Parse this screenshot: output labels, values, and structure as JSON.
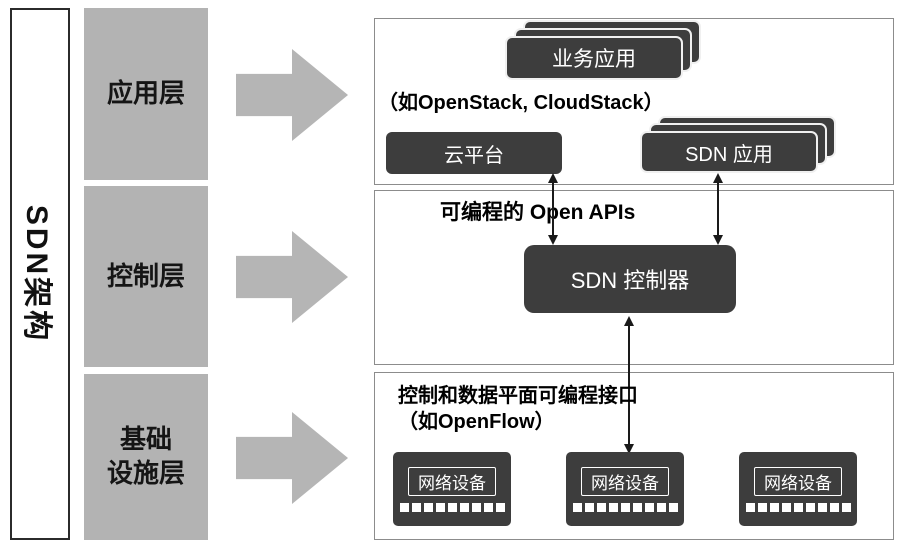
{
  "title": "SDN架构",
  "layers": [
    {
      "label": "应用层"
    },
    {
      "label": "控制层"
    },
    {
      "label": "基础\n设施层"
    }
  ],
  "application_panel": {
    "business_app_label": "业务应用",
    "note": "（如OpenStack, CloudStack）",
    "cloud_platform_label": "云平台",
    "sdn_app_label": "SDN 应用"
  },
  "control_panel": {
    "api_note": "可编程的 Open APIs",
    "controller_label": "SDN 控制器"
  },
  "infrastructure_panel": {
    "note_line1": "控制和数据平面可编程接口",
    "note_line2": "（如OpenFlow）",
    "devices": [
      "网络设备",
      "网络设备",
      "网络设备"
    ]
  },
  "colors": {
    "dark_box": "#3d3d3d",
    "layer_gray": "#b3b3b3",
    "arrow_gray": "#b5b5b5",
    "panel_border": "#8c8c8c"
  }
}
